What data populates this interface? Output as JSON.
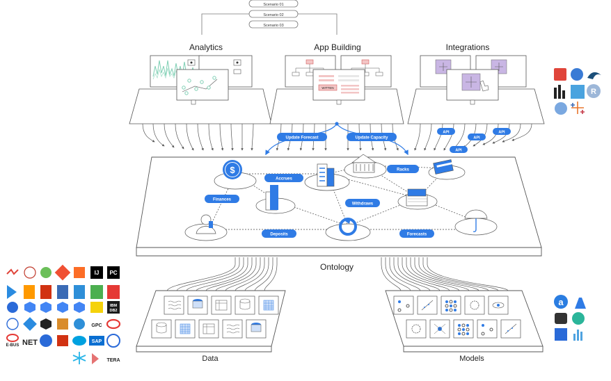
{
  "scenarios": [
    "Scenario 01",
    "Scenario 02",
    "Scenario 03"
  ],
  "sections": {
    "analytics": "Analytics",
    "app_building": "App Building",
    "integrations": "Integrations",
    "ontology": "Ontology",
    "data": "Data",
    "models": "Models"
  },
  "flows": {
    "update_forecast": "Update Forecast",
    "update_capacity": "Update Capacity",
    "api": [
      "API",
      "API",
      "API",
      "API"
    ]
  },
  "ontology_links": {
    "accrues": "Accrues",
    "racks": "Racks",
    "finances": "Finances",
    "withdraws": "Withdraws",
    "deposits": "Deposits",
    "forecasts": "Forecasts"
  },
  "app_window": {
    "button_label": "WITTEN"
  },
  "integration_logos": [
    "sigma",
    "Q",
    "orca",
    "power-bi",
    "azure",
    "R",
    "shiny",
    "tableau"
  ],
  "data_source_logos": [
    "NET",
    "E-BUS",
    "SAP",
    "TERA",
    "IBM",
    "DB2",
    "IJ",
    "PC",
    "salesforce",
    "snowflake"
  ],
  "data_logo_labels": {
    "e_bus": "E-BUS",
    "net": "NET",
    "sap": "SAP",
    "tera": "TERA",
    "ibm": "IBM",
    "db2": "DB2",
    "ij": "IJ",
    "pc": "PC"
  },
  "model_logos": [
    "a",
    "flask",
    "robot",
    "feather",
    "cube",
    "chart"
  ],
  "colors": {
    "accent_blue": "#2f7be5",
    "line_gray": "#555555",
    "panel_fill": "#ffffff",
    "chart_green": "#7fcfb4",
    "highlight_purple": "#c9b6e4"
  }
}
